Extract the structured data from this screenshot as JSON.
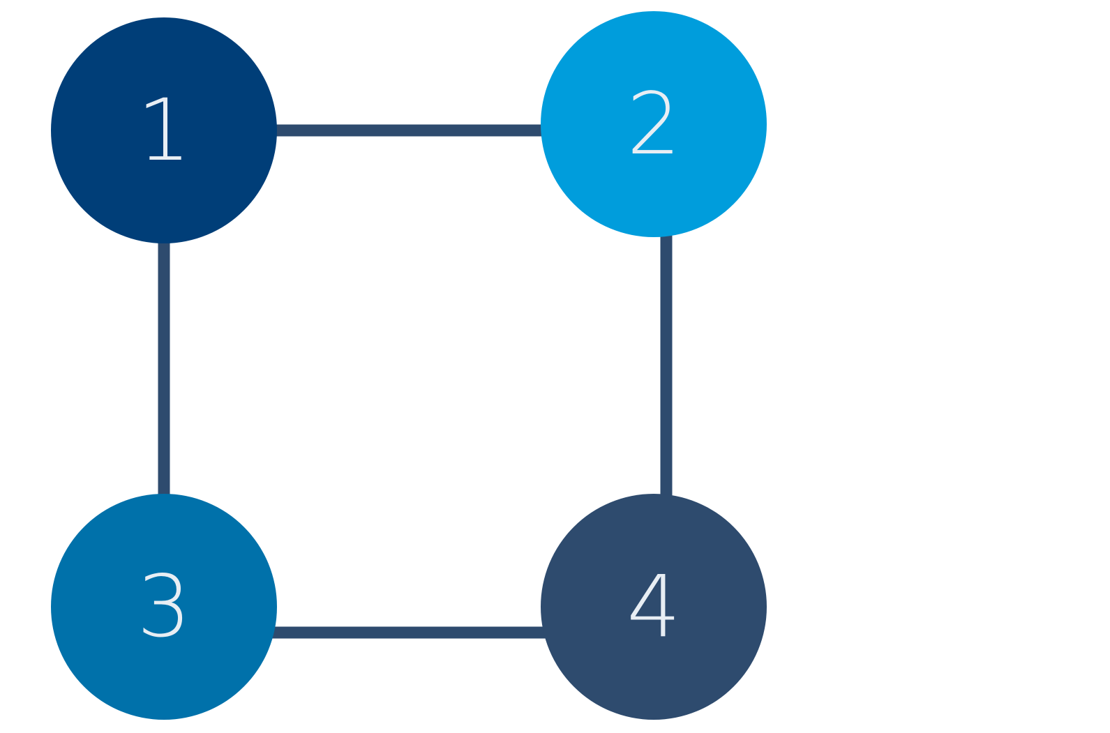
{
  "colors": {
    "edge": "#2e4b6e",
    "label": "#e8eef4",
    "background": "#ffffff"
  },
  "nodes": [
    {
      "id": "node-1",
      "label": "1",
      "color": "#003e78"
    },
    {
      "id": "node-2",
      "label": "2",
      "color": "#009ddc"
    },
    {
      "id": "node-3",
      "label": "3",
      "color": "#0071aa"
    },
    {
      "id": "node-4",
      "label": "4",
      "color": "#2e4b6e"
    }
  ],
  "edges": [
    {
      "id": "edge-1-2",
      "from": "node-1",
      "to": "node-2"
    },
    {
      "id": "edge-1-3",
      "from": "node-1",
      "to": "node-3"
    },
    {
      "id": "edge-2-4",
      "from": "node-2",
      "to": "node-4"
    },
    {
      "id": "edge-3-4",
      "from": "node-3",
      "to": "node-4"
    }
  ]
}
